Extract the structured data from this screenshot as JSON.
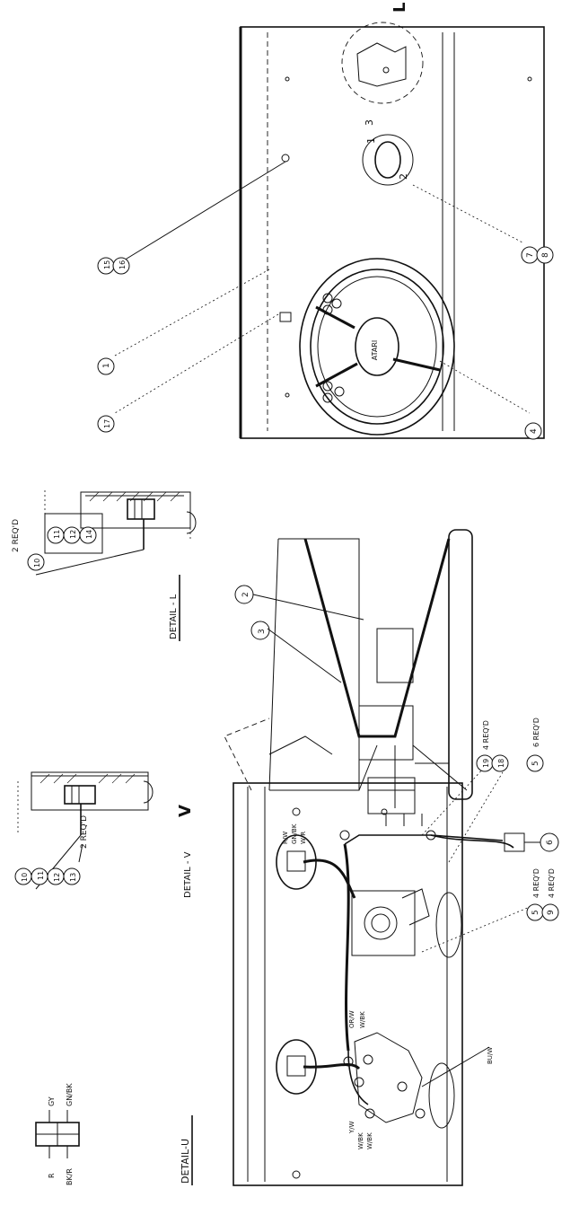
{
  "details": {
    "u": "DETAIL-U",
    "v": "DETAIL - V",
    "l": "DETAIL - L"
  },
  "detail_letters": {
    "l_top": "L",
    "v_mark": "V"
  },
  "notes": {
    "req2_v": "2 REQ'D",
    "req2_l": "2 REQ'D",
    "req4_19": "4 REQ'D",
    "req6": "6 REQ'D",
    "req4_5": "4 REQ'D",
    "req4_9": "4 REQ'D"
  },
  "callouts": {
    "n1": "1",
    "n2": "2",
    "n3": "3",
    "n4": "4",
    "n5a": "5",
    "n5b": "5",
    "n6": "6",
    "n7": "7",
    "n8": "8",
    "n9": "9",
    "n10a": "10",
    "n10b": "10",
    "n11a": "11",
    "n11b": "11",
    "n12a": "12",
    "n12b": "12",
    "n13": "13",
    "n14": "14",
    "n15": "15",
    "n16": "16",
    "n17": "17",
    "n18": "18",
    "n19": "19"
  },
  "switch_positions": {
    "p1": "1",
    "p2": "2",
    "p3": "3"
  },
  "wire_labels": {
    "gy": "GY",
    "gnbk_conn": "GN/BK",
    "r": "R",
    "bkr": "BK/R",
    "rw": "R/W",
    "gnbk": "GN/BK",
    "wr": "W/R",
    "orw": "OR/W",
    "wbk1": "W/BK",
    "yw": "Y/W",
    "wbk2": "W/BK",
    "wbk3": "W/BK",
    "buw": "BU/W"
  },
  "hub_text": "ATARI"
}
